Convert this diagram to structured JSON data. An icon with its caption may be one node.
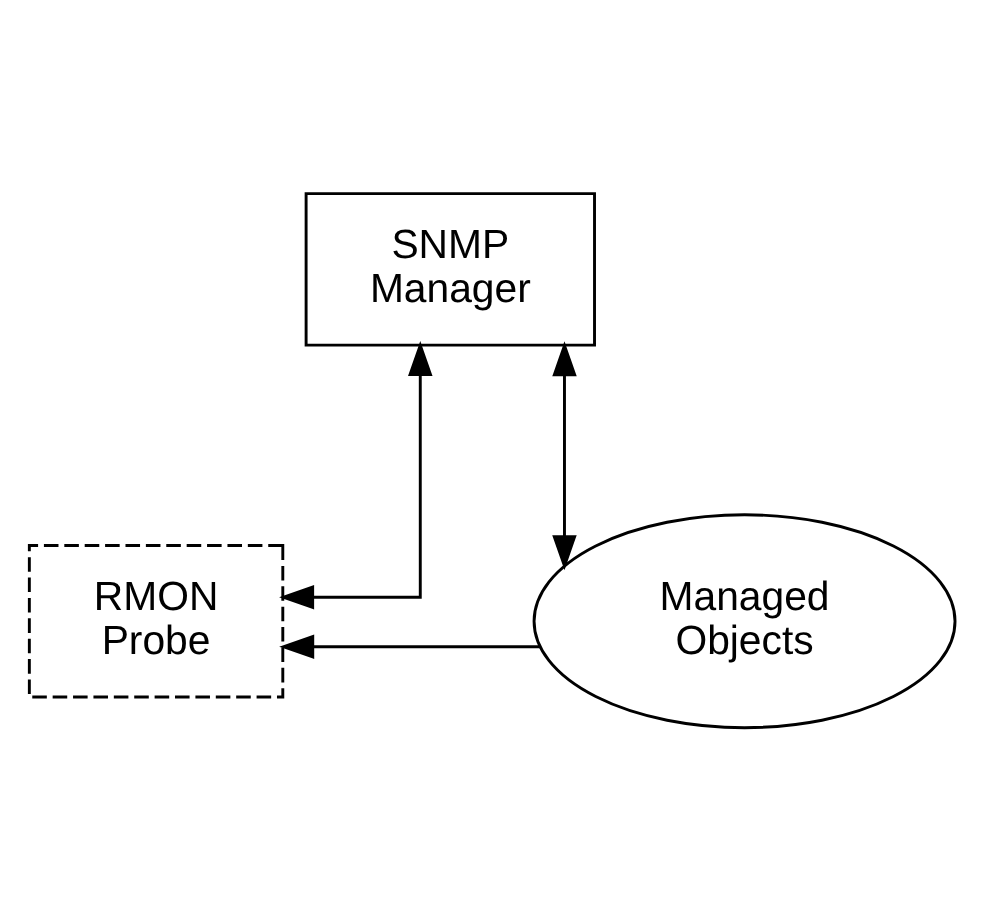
{
  "diagram": {
    "nodes": [
      {
        "text": [
          "SNMP Manager"
        ]
      },
      {
        "text": [
          "RMON Probe"
        ]
      },
      {
        "text": [
          "Managed Objects"
        ]
      }
    ],
    "edges": [
      {
        "from": 0,
        "to": 2,
        "arrow": "both"
      },
      {
        "from": 0,
        "to": 1,
        "arrow": "both"
      },
      {
        "from": 2,
        "to": 1,
        "arrow": "to"
      }
    ]
  }
}
